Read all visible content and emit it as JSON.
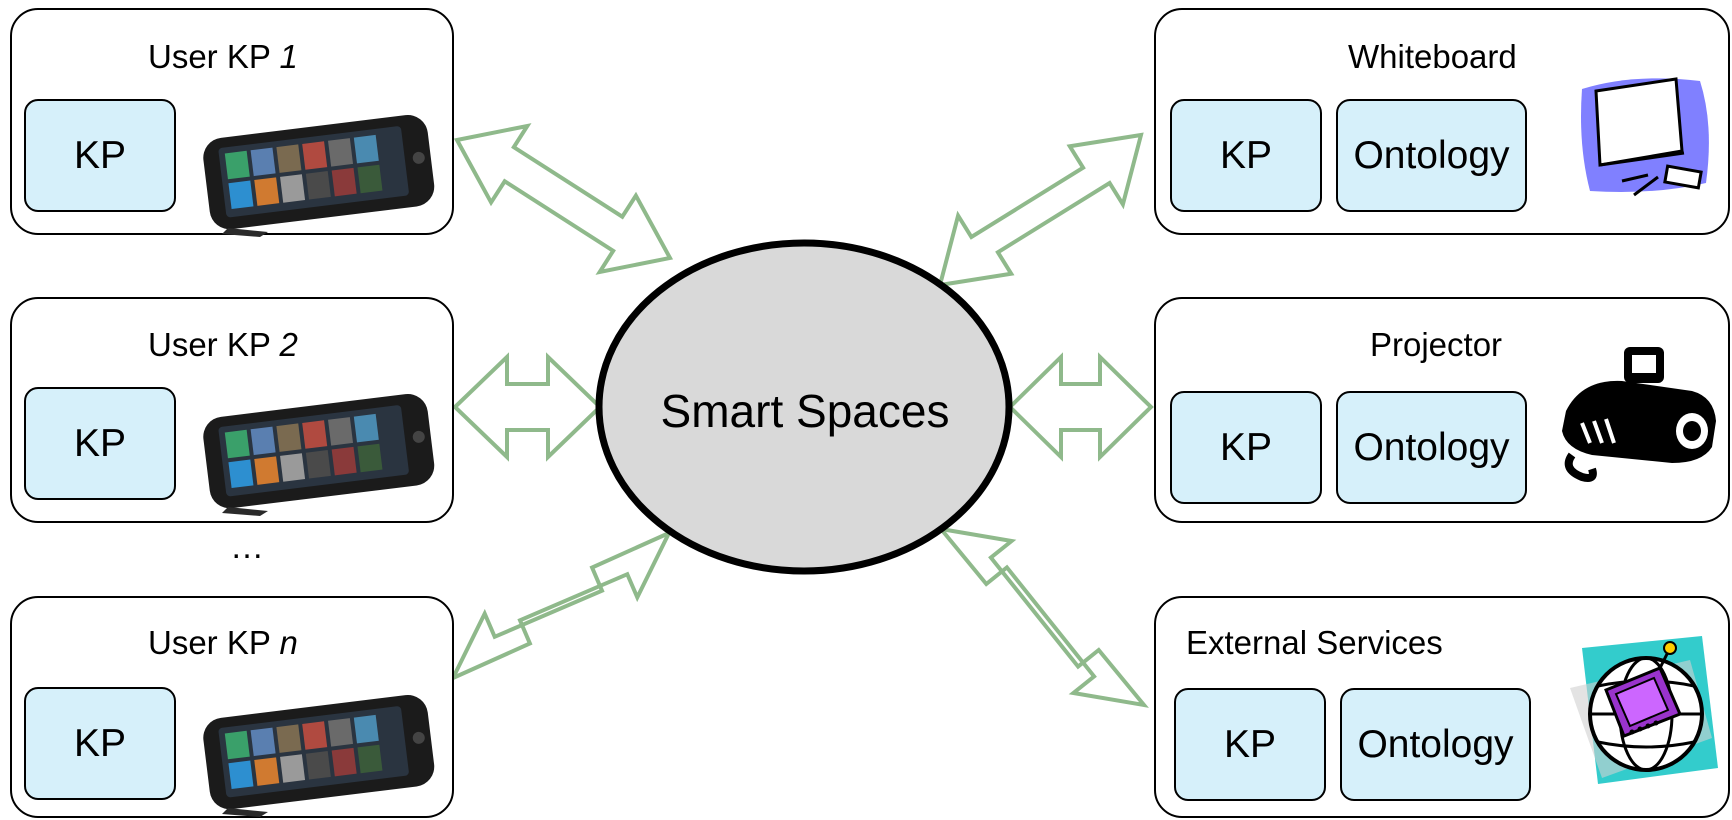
{
  "hub": {
    "label": "Smart Spaces"
  },
  "user_kps": [
    {
      "title_prefix": "User KP ",
      "title_index": "1",
      "chip_label": "KP"
    },
    {
      "title_prefix": "User KP ",
      "title_index": "2",
      "chip_label": "KP"
    },
    {
      "title_prefix": "User KP ",
      "title_index": "n",
      "chip_label": "KP"
    }
  ],
  "ellipsis": "…",
  "services": [
    {
      "title": "Whiteboard",
      "chip_labels": [
        "KP",
        "Ontology"
      ],
      "icon": "whiteboard-icon"
    },
    {
      "title": "Projector",
      "chip_labels": [
        "KP",
        "Ontology"
      ],
      "icon": "projector-icon"
    },
    {
      "title": "External Services",
      "chip_labels": [
        "KP",
        "Ontology"
      ],
      "icon": "globe-icon"
    }
  ],
  "colors": {
    "chip_fill": "#d6f0fa",
    "hub_fill": "#d9d9d9",
    "arrow_stroke": "#8fb98b",
    "whiteboard_bg": "#8080ff",
    "globe_bg": "#33cccc"
  }
}
